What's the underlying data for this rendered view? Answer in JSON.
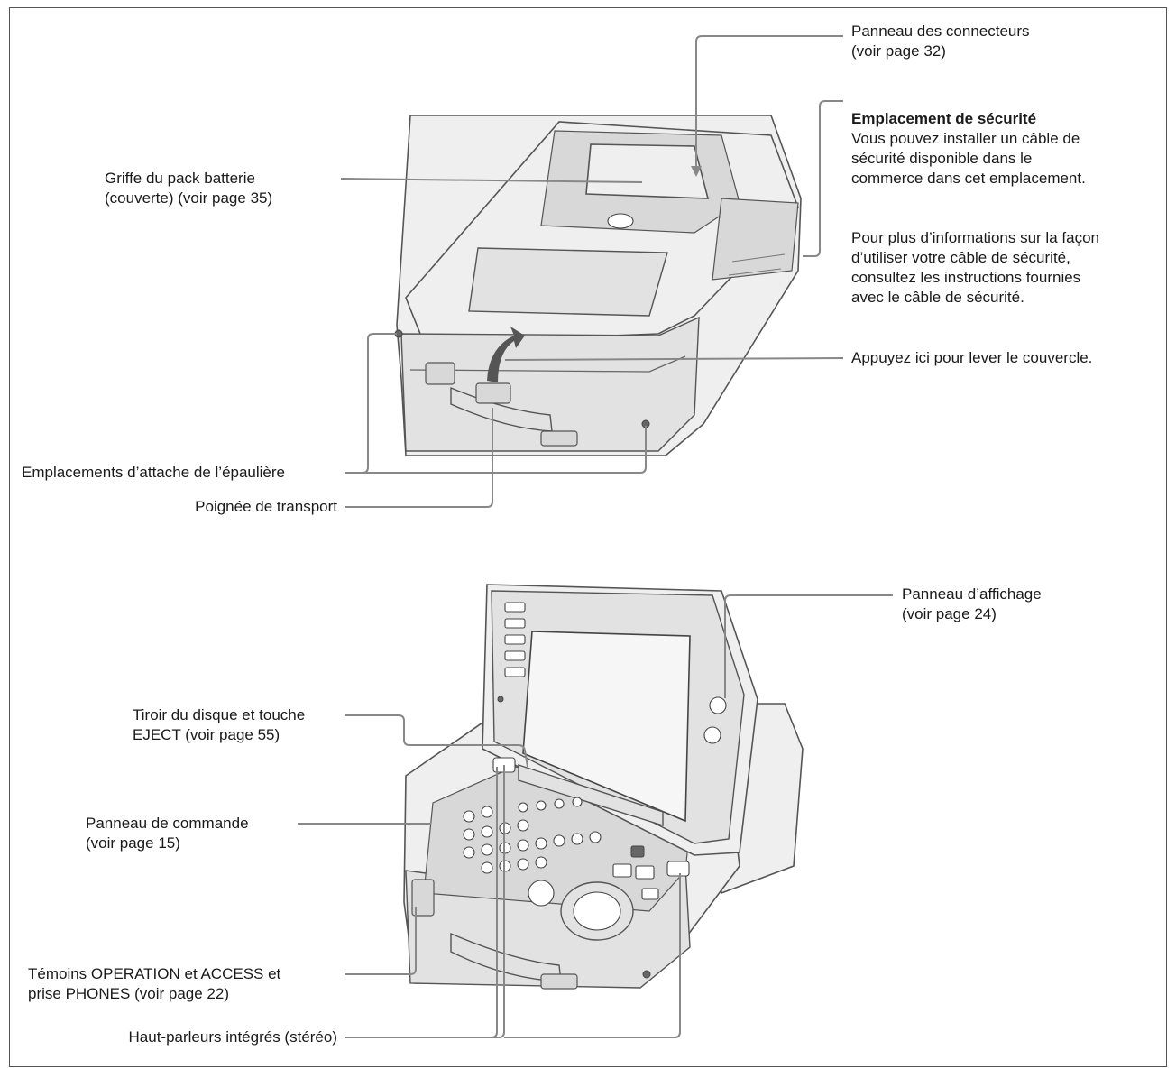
{
  "top_labels": {
    "connector_panel": "Panneau des connecteurs\n(voir page 32)",
    "security_slot_title": "Emplacement de sécurité",
    "security_slot_body": "Vous pouvez installer un câble de\nsécurité disponible dans le\ncommerce dans cet emplacement.",
    "security_slot_info": "Pour plus d’informations sur la façon\nd’utiliser votre câble de sécurité,\nconsultez les instructions fournies\navec le câble de sécurité.",
    "battery_shoe": "Griffe du pack batterie\n(couverte) (voir page 35)",
    "lift_cover": "Appuyez ici pour lever le couvercle.",
    "shoulder_strap": "Emplacements d’attache de l’épaulière",
    "carry_handle": "Poignée de transport"
  },
  "bottom_labels": {
    "display_panel": "Panneau d’affichage\n(voir page 24)",
    "disc_tray": "Tiroir du disque et touche\nEJECT (voir page 55)",
    "control_panel": "Panneau de commande\n(voir page 15)",
    "indicators": "Témoins OPERATION et ACCESS et\nprise PHONES (voir page 22)",
    "speakers": "Haut-parleurs intégrés (stéréo)"
  }
}
